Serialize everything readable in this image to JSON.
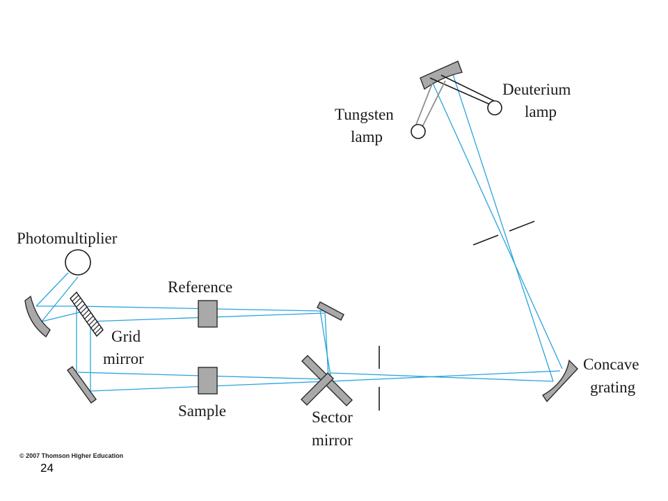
{
  "diagram": {
    "labels": {
      "deuterium_lamp": [
        "Deuterium",
        "lamp"
      ],
      "tungsten_lamp": [
        "Tungsten",
        "lamp"
      ],
      "photomultiplier": "Photomultiplier",
      "reference": "Reference",
      "grid_mirror": [
        "Grid",
        "mirror"
      ],
      "sample": "Sample",
      "sector_mirror": [
        "Sector",
        "mirror"
      ],
      "concave_grating": [
        "Concave",
        "grating"
      ]
    },
    "colors": {
      "beam": "#29a3dd",
      "component_fill": "#a9a9a9",
      "outline": "#1a1a1a"
    }
  },
  "footer": {
    "copyright": "© 2007 Thomson Higher Education",
    "page_number": "24"
  }
}
